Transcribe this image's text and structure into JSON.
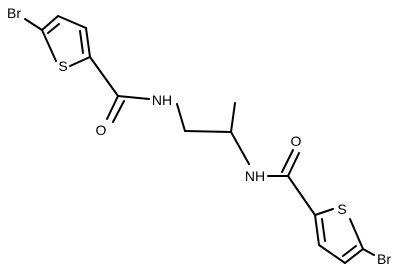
{
  "molecule": {
    "atoms": [
      {
        "id": "br1",
        "label": "Br"
      },
      {
        "id": "s1",
        "label": "S"
      },
      {
        "id": "o1",
        "label": "O"
      },
      {
        "id": "n1",
        "label": "NH"
      },
      {
        "id": "n2",
        "label": "NH"
      },
      {
        "id": "o2",
        "label": "O"
      },
      {
        "id": "s2",
        "label": "S"
      },
      {
        "id": "br2",
        "label": "Br"
      }
    ]
  }
}
